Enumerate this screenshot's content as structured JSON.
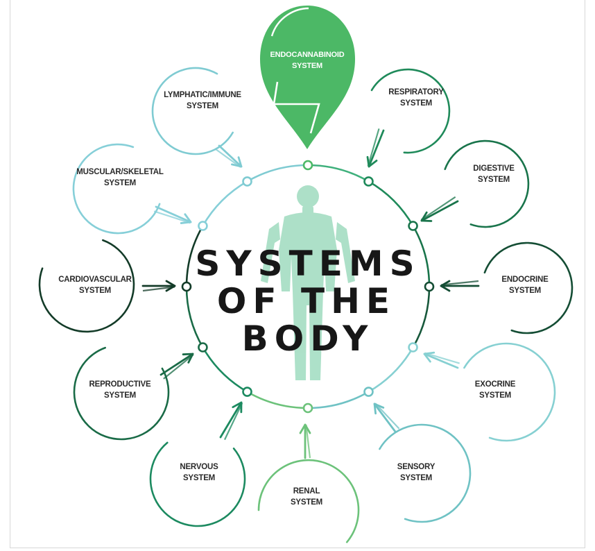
{
  "title": {
    "line1": "SYSTEMS",
    "line2": "OF THE",
    "line3": "BODY"
  },
  "center": {
    "figure_icon": "human-silhouette-icon"
  },
  "systems": [
    {
      "id": "endocannabinoid",
      "line1": "ENDOCANNABINOID",
      "line2": "SYSTEM",
      "color": "#4cb866",
      "icon": "pin-marker-icon"
    },
    {
      "id": "respiratory",
      "line1": "RESPIRATORY",
      "line2": "SYSTEM",
      "color": "#1f8a5a",
      "icon": "arrow-icon"
    },
    {
      "id": "digestive",
      "line1": "DIGESTIVE",
      "line2": "SYSTEM",
      "color": "#19744b",
      "icon": "arrow-icon"
    },
    {
      "id": "endocrine",
      "line1": "ENDOCRINE",
      "line2": "SYSTEM",
      "color": "#144d34",
      "icon": "arrow-icon"
    },
    {
      "id": "exocrine",
      "line1": "EXOCRINE",
      "line2": "SYSTEM",
      "color": "#86d0d2",
      "icon": "arrow-icon"
    },
    {
      "id": "sensory",
      "line1": "SENSORY",
      "line2": "SYSTEM",
      "color": "#6fc2c4",
      "icon": "arrow-icon"
    },
    {
      "id": "renal",
      "line1": "RENAL",
      "line2": "SYSTEM",
      "color": "#6cc27a",
      "icon": "arrow-icon"
    },
    {
      "id": "nervous",
      "line1": "NERVOUS",
      "line2": "SYSTEM",
      "color": "#1c8a60",
      "icon": "arrow-icon"
    },
    {
      "id": "reproductive",
      "line1": "REPRODUCTIVE",
      "line2": "SYSTEM",
      "color": "#1a6b47",
      "icon": "arrow-icon"
    },
    {
      "id": "cardiovascular",
      "line1": "CARDIOVASCULAR",
      "line2": "SYSTEM",
      "color": "#133b28",
      "icon": "arrow-icon"
    },
    {
      "id": "muscular",
      "line1": "MUSCULAR/SKELETAL",
      "line2": "SYSTEM",
      "color": "#86cfd8",
      "icon": "arrow-icon"
    },
    {
      "id": "lymphatic",
      "line1": "LYMPHATIC/IMMUNE",
      "line2": "SYSTEM",
      "color": "#7fcbd2",
      "icon": "arrow-icon"
    }
  ],
  "colors": {
    "ring_main": "#3fb07c",
    "ring_light": "#8fd3cf",
    "ring_dark": "#17583b",
    "figure": "#a9dfc6",
    "pin": "#4cb866",
    "title_text": "#171717"
  }
}
